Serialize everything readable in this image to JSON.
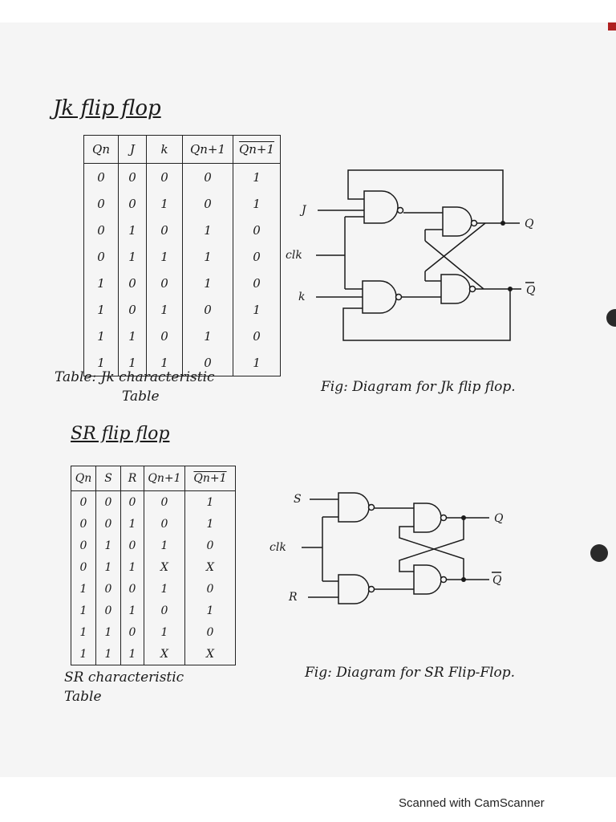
{
  "jk": {
    "title": "Jk flip flop",
    "table": {
      "headers": [
        "Qn",
        "J",
        "k",
        "Qn+1",
        "Qn+1"
      ],
      "rows": [
        [
          "0",
          "0",
          "0",
          "0",
          "1"
        ],
        [
          "0",
          "0",
          "1",
          "0",
          "1"
        ],
        [
          "0",
          "1",
          "0",
          "1",
          "0"
        ],
        [
          "0",
          "1",
          "1",
          "1",
          "0"
        ],
        [
          "1",
          "0",
          "0",
          "1",
          "0"
        ],
        [
          "1",
          "0",
          "1",
          "0",
          "1"
        ],
        [
          "1",
          "1",
          "0",
          "1",
          "0"
        ],
        [
          "1",
          "1",
          "1",
          "0",
          "1"
        ]
      ]
    },
    "table_caption_1": "Table: Jk characteristic",
    "table_caption_2": "Table",
    "figure_caption": "Fig: Diagram for Jk flip flop.",
    "labels": {
      "in1": "J",
      "clk": "clk",
      "in2": "k",
      "q": "Q",
      "qbar": "Q"
    }
  },
  "sr": {
    "title": "SR flip flop",
    "table": {
      "headers": [
        "Qn",
        "S",
        "R",
        "Qn+1",
        "Qn+1"
      ],
      "rows": [
        [
          "0",
          "0",
          "0",
          "0",
          "1"
        ],
        [
          "0",
          "0",
          "1",
          "0",
          "1"
        ],
        [
          "0",
          "1",
          "0",
          "1",
          "0"
        ],
        [
          "0",
          "1",
          "1",
          "X",
          "X"
        ],
        [
          "1",
          "0",
          "0",
          "1",
          "0"
        ],
        [
          "1",
          "0",
          "1",
          "0",
          "1"
        ],
        [
          "1",
          "1",
          "0",
          "1",
          "0"
        ],
        [
          "1",
          "1",
          "1",
          "X",
          "X"
        ]
      ]
    },
    "table_caption_1": "SR characteristic",
    "table_caption_2": "Table",
    "figure_caption": "Fig: Diagram for SR Flip-Flop.",
    "labels": {
      "in1": "S",
      "clk": "clk",
      "in2": "R",
      "q": "Q",
      "qbar": "Q"
    }
  },
  "footer": "Scanned with CamScanner"
}
